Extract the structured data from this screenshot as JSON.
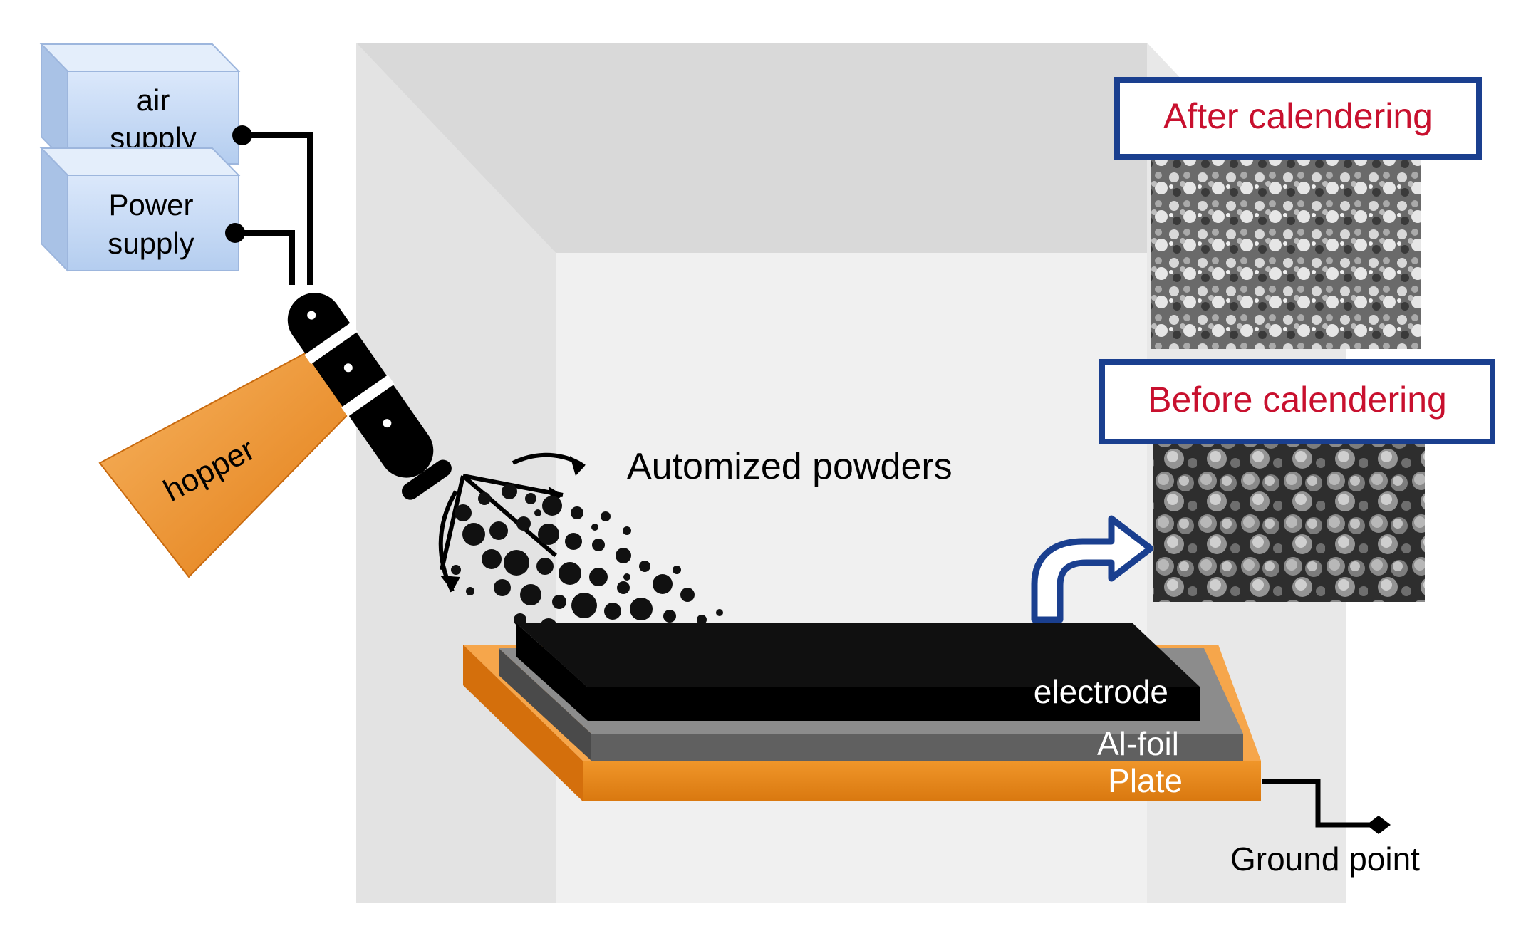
{
  "labels": {
    "air_supply_line1": "air",
    "air_supply_line2": "supply",
    "power_supply_line1": "Power",
    "power_supply_line2": "supply",
    "hopper": "hopper",
    "powders": "Automized powders",
    "after_calendering": "After calendering",
    "before_calendering": "Before calendering",
    "electrode": "electrode",
    "al_foil": "Al-foil",
    "plate": "Plate",
    "ground_point": "Ground point"
  },
  "colors": {
    "supply_box": "#c9dcf5",
    "hopper": "#f29b38",
    "callout_border": "#1a3f8f",
    "callout_text": "#c8102e",
    "electrode": "#000000",
    "al_foil": "#5c5c5c",
    "plate": "#e8881d",
    "chamber": "#e6e6e6"
  },
  "icons": {
    "spray_gun": "spray-gun-icon",
    "arrow": "curved-arrow-icon"
  }
}
